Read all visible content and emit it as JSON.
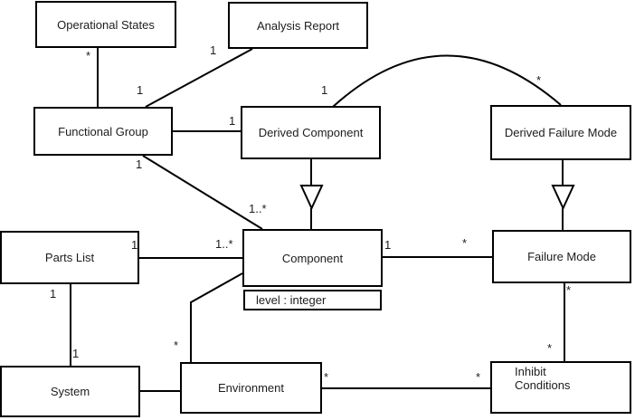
{
  "diagram": {
    "type": "uml-class-diagram",
    "colors": {
      "line": "#000000",
      "box_fill": "#ffffff",
      "text": "#1c1c1c",
      "background": "#ffffff"
    },
    "classes": {
      "operational_states": {
        "name": "Operational States"
      },
      "analysis_report": {
        "name": "Analysis Report"
      },
      "functional_group": {
        "name": "Functional Group"
      },
      "derived_component": {
        "name": "Derived Component"
      },
      "derived_failure_mode": {
        "name": "Derived Failure Mode"
      },
      "parts_list": {
        "name": "Parts List"
      },
      "component": {
        "name": "Component",
        "attribute": "level : integer"
      },
      "failure_mode": {
        "name": "Failure Mode"
      },
      "system": {
        "name": "System"
      },
      "environment": {
        "name": "Environment"
      },
      "inhibit_conditions": {
        "name": "Inhibit Conditions"
      }
    },
    "multiplicities": {
      "os_states_end": "*",
      "fg_end_of_os": "1",
      "report_end": "1",
      "dc_end_of_fg": "1",
      "dc_end_of_arc": "1",
      "dfm_end_of_arc": "*",
      "fg_end_of_comp": "1",
      "comp_end_of_fg": "1..*",
      "pl_end_of_comp": "1",
      "comp_end_of_pl": "1..*",
      "pl_end_of_sys": "1",
      "sys_end_of_pl": "1",
      "comp_end_of_fm": "1",
      "fm_end_of_comp": "*",
      "fm_end_of_ic": "*",
      "ic_end_of_fm": "*",
      "env_end_of_comp": "*",
      "env_end_of_ic": "*",
      "ic_end_of_env": "*"
    }
  }
}
